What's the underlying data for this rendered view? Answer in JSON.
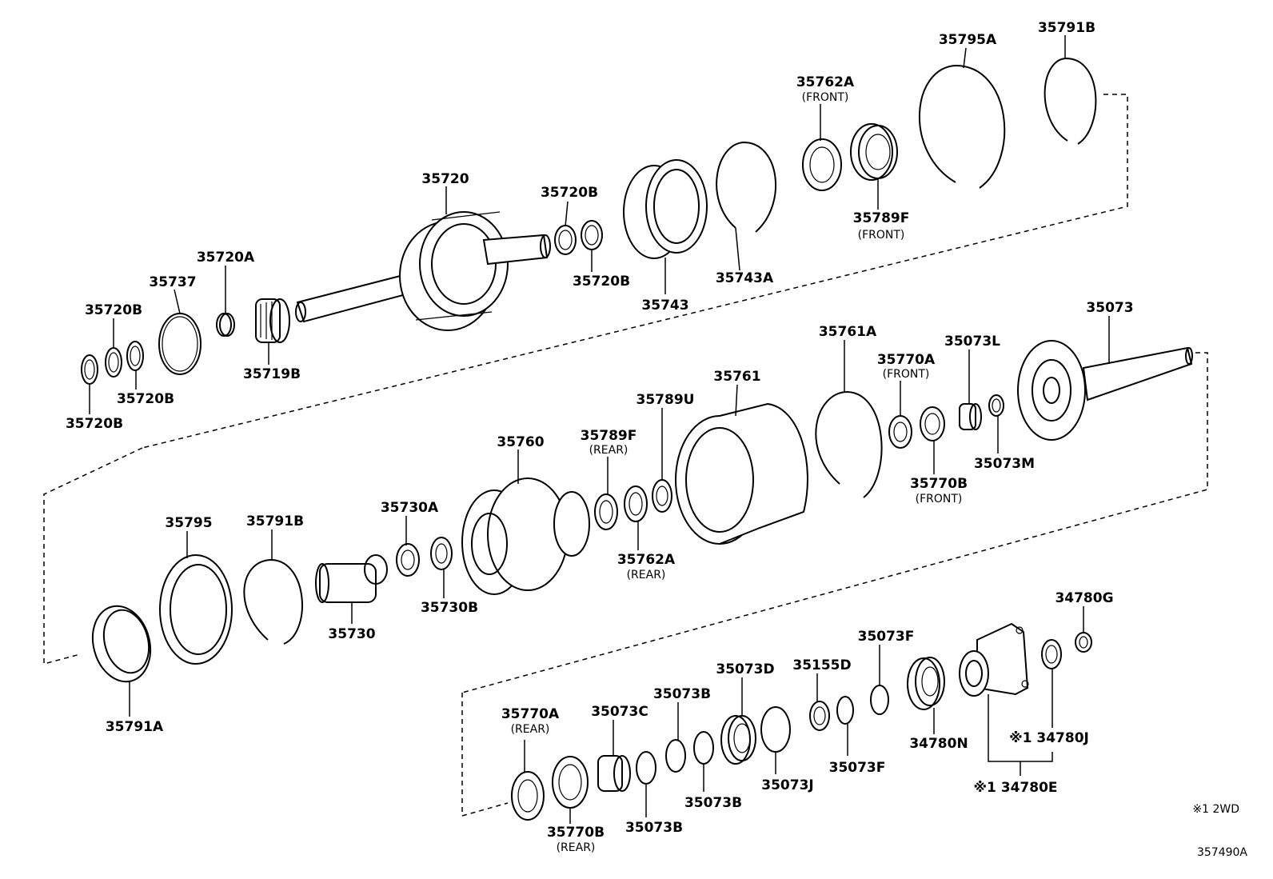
{
  "labels": {
    "p35795A": "35795A",
    "p35791B_top": "35791B",
    "p35762A_front": "35762A",
    "front1": "(FRONT)",
    "p35720": "35720",
    "p35720B_a": "35720B",
    "p35720B_b": "35720B",
    "p35743A": "35743A",
    "p35789F_front": "35789F",
    "front2": "(FRONT)",
    "p35743": "35743",
    "p35720A": "35720A",
    "p35737": "35737",
    "p35720B_c": "35720B",
    "p35720B_d": "35720B",
    "p35720B_e": "35720B",
    "p35719B": "35719B",
    "p35073": "35073",
    "p35761A": "35761A",
    "p35770A_front": "35770A",
    "front3": "(FRONT)",
    "p35073L": "35073L",
    "p35761": "35761",
    "p35789U": "35789U",
    "p35789F_rear": "35789F",
    "rear1": "(REAR)",
    "p35760": "35760",
    "p35770B_front": "35770B",
    "front4": "(FRONT)",
    "p35073M": "35073M",
    "p35795": "35795",
    "p35791B_mid": "35791B",
    "p35730A": "35730A",
    "p35762A_rear": "35762A",
    "rear2": "(REAR)",
    "p35730B": "35730B",
    "p35730": "35730",
    "p35791A": "35791A",
    "p34780G": "34780G",
    "p35073F_a": "35073F",
    "p35073D": "35073D",
    "p35155D": "35155D",
    "p35073B_a": "35073B",
    "p35770A_rear": "35770A",
    "rear3": "(REAR)",
    "p35073C": "35073C",
    "p34780N": "34780N",
    "p34780J": "※1 34780J",
    "p35073J": "35073J",
    "p35073F_b": "35073F",
    "p35073B_b": "35073B",
    "p34780E": "※1 34780E",
    "p35770B_rear": "35770B",
    "rear4": "(REAR)",
    "p35073B_c": "35073B",
    "note_2wd": "※1 2WD",
    "diagram_id": "357490A"
  }
}
